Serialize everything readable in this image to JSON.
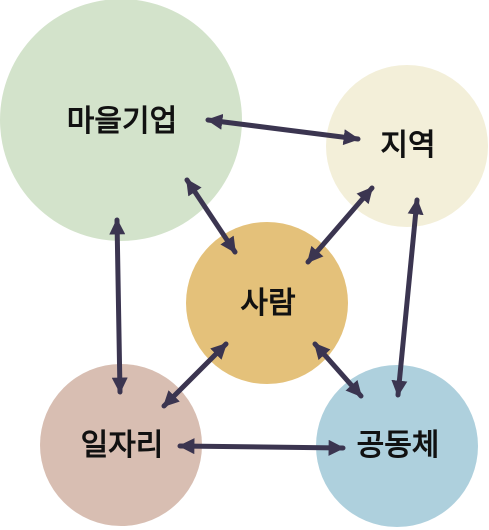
{
  "nodes": {
    "village_enterprise": {
      "label": "마을기업",
      "color": "#d3e3cb"
    },
    "region": {
      "label": "지역",
      "color": "#f3efd9"
    },
    "people": {
      "label": "사람",
      "color": "#e4c17a"
    },
    "jobs": {
      "label": "일자리",
      "color": "#d8beb2"
    },
    "community": {
      "label": "공동체",
      "color": "#aed0dd"
    }
  },
  "arrow_color": "#3b3550",
  "connections": [
    {
      "from": "village_enterprise",
      "to": "region",
      "direction": "both"
    },
    {
      "from": "village_enterprise",
      "to": "people",
      "direction": "both"
    },
    {
      "from": "village_enterprise",
      "to": "jobs",
      "direction": "both"
    },
    {
      "from": "region",
      "to": "people",
      "direction": "both"
    },
    {
      "from": "region",
      "to": "community",
      "direction": "both"
    },
    {
      "from": "people",
      "to": "jobs",
      "direction": "both"
    },
    {
      "from": "people",
      "to": "community",
      "direction": "both"
    },
    {
      "from": "jobs",
      "to": "community",
      "direction": "both"
    }
  ]
}
